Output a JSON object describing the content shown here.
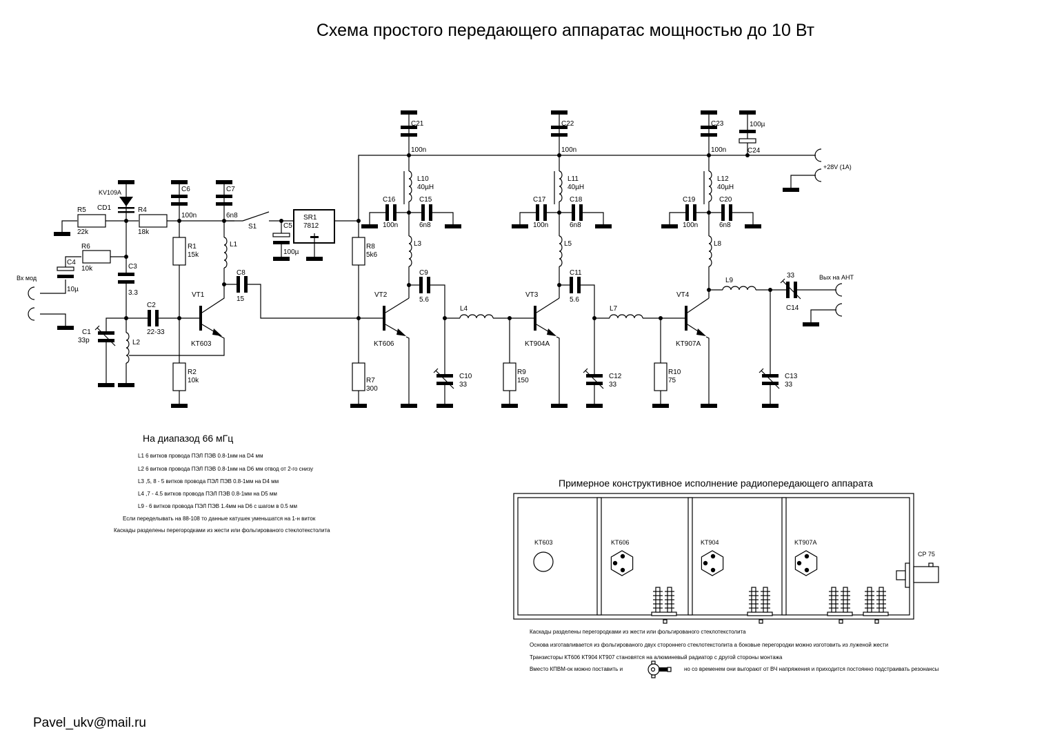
{
  "title": "Схема простого передающего аппаратас мощностью до 10 Вт",
  "author_email": "Pavel_ukv@mail.ru",
  "colors": {
    "ink": "#000000",
    "background": "#ffffff"
  },
  "components": {
    "R1": {
      "name": "R1",
      "value": "15k"
    },
    "R2": {
      "name": "R2",
      "value": "10k"
    },
    "R4": {
      "name": "R4",
      "value": "18k"
    },
    "R5": {
      "name": "R5",
      "value": "22k"
    },
    "R6": {
      "name": "R6",
      "value": "10k"
    },
    "R7": {
      "name": "R7",
      "value": "300"
    },
    "R8": {
      "name": "R8",
      "value": "5k6"
    },
    "R9": {
      "name": "R9",
      "value": "150"
    },
    "R10": {
      "name": "R10",
      "value": "75"
    },
    "C1": {
      "name": "C1",
      "value": "33p"
    },
    "C2": {
      "name": "C2",
      "value": "22-33"
    },
    "C3": {
      "name": "C3",
      "value": "3.3"
    },
    "C4": {
      "name": "C4",
      "value": "10µ"
    },
    "C5": {
      "name": "C5",
      "value": "100µ"
    },
    "C6": {
      "name": "C6",
      "value": "100n"
    },
    "C7": {
      "name": "C7",
      "value": "6n8"
    },
    "C8": {
      "name": "C8",
      "value": "15"
    },
    "C9": {
      "name": "C9",
      "value": "5.6"
    },
    "C10": {
      "name": "C10",
      "value": "33"
    },
    "C11": {
      "name": "C11",
      "value": "5.6"
    },
    "C12": {
      "name": "C12",
      "value": "33"
    },
    "C13": {
      "name": "C13",
      "value": "33"
    },
    "C14": {
      "name": "C14",
      "value": "33"
    },
    "C15": {
      "name": "C15",
      "value": "6n8"
    },
    "C16": {
      "name": "C16",
      "value": "100n"
    },
    "C17": {
      "name": "C17",
      "value": "100n"
    },
    "C18": {
      "name": "C18",
      "value": "6n8"
    },
    "C19": {
      "name": "C19",
      "value": "100n"
    },
    "C20": {
      "name": "C20",
      "value": "6n8"
    },
    "C21": {
      "name": "C21",
      "value": "100n"
    },
    "C22": {
      "name": "C22",
      "value": "100n"
    },
    "C23": {
      "name": "C23",
      "value": "100n"
    },
    "C24": {
      "name": "C24",
      "value": "100µ"
    },
    "L1": {
      "name": "L1"
    },
    "L2": {
      "name": "L2"
    },
    "L3": {
      "name": "L3"
    },
    "L4": {
      "name": "L4"
    },
    "L5": {
      "name": "L5"
    },
    "L7": {
      "name": "L7"
    },
    "L8": {
      "name": "L8"
    },
    "L9": {
      "name": "L9"
    },
    "L10": {
      "name": "L10",
      "value": "40µH"
    },
    "L11": {
      "name": "L11",
      "value": "40µH"
    },
    "L12": {
      "name": "L12",
      "value": "40µH"
    },
    "CD1": {
      "name": "CD1",
      "value": "KV109A"
    },
    "S1": {
      "name": "S1"
    },
    "SR1": {
      "name": "SR1",
      "value": "7812"
    },
    "VT1": {
      "name": "VT1",
      "value": "KT603"
    },
    "VT2": {
      "name": "VT2",
      "value": "KT606"
    },
    "VT3": {
      "name": "VT3",
      "value": "KT904A"
    },
    "VT4": {
      "name": "VT4",
      "value": "KT907A"
    }
  },
  "connectors": {
    "mod_input": "Вх мод",
    "power": "+28V (1A)",
    "antenna_output": "Вых на АНТ"
  },
  "coil_notes": {
    "heading": "На диапазод 66 мГц",
    "lines": [
      "L1 6 витков провода ПЭЛ ПЭВ 0.8-1мм на D4 мм",
      "L2 6 витков провода ПЭЛ ПЭВ 0.8-1мм на D6 мм отвод от 2-го снизу",
      "L3 ,5, 8 - 5 витков провода ПЭЛ ПЭВ 0.8-1мм на D4 мм",
      "L4 ,7 - 4.5 витков провода ПЭЛ ПЭВ 0.8-1мм на D5 мм",
      "L9 - 6 витков провода ПЭЛ ПЭВ 1.4мм на D6 с шагом в 0.5 мм"
    ],
    "footer": [
      "Если переделывать на 88-108 то данные катушек уменьшатся на 1-н виток",
      "Каскады разделены перегородками из жести или фольгированого стеклотекстолита"
    ]
  },
  "construction": {
    "heading": "Примерное конструктивное исполнение радиопередающего аппарата",
    "compartments": [
      "KT603",
      "KT606",
      "KT904",
      "KT907A"
    ],
    "connector_label": "CP 75",
    "notes": [
      "Каскады разделены перегородками из жести или фольгированого стеклотекстолита",
      "Основа изготавливается из фольгированого двух стороннего стеклотекстолита а боковые перегородки можно изготовить из луженой жести",
      "Транзисторы КТ606 КТ904 КТ907 становятся на алюминевый радиатор с другой стороны монтажа"
    ],
    "last_note_before": "Вместо КПВМ-ок можно поставить и",
    "last_note_after": "но со временем они выгорают от ВЧ напряжения и приходится постоянно подстраивать резонансы"
  }
}
